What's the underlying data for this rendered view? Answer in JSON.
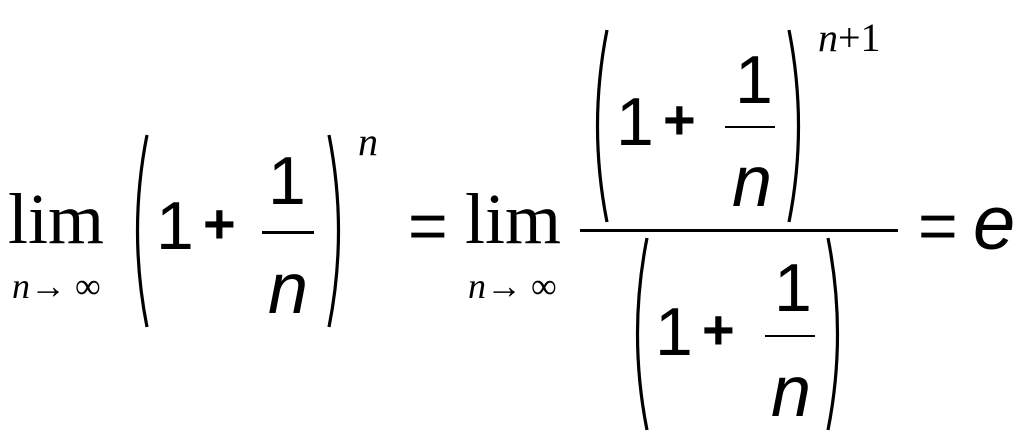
{
  "formula": {
    "lim": "lim",
    "sub_var": "n",
    "sub_arrow": "→",
    "sub_inf": "∞",
    "one": "1",
    "plus": "+",
    "n": "n",
    "exp_n": "n",
    "exp_n_plus_1": "n+1",
    "equals": "=",
    "e": "e"
  }
}
